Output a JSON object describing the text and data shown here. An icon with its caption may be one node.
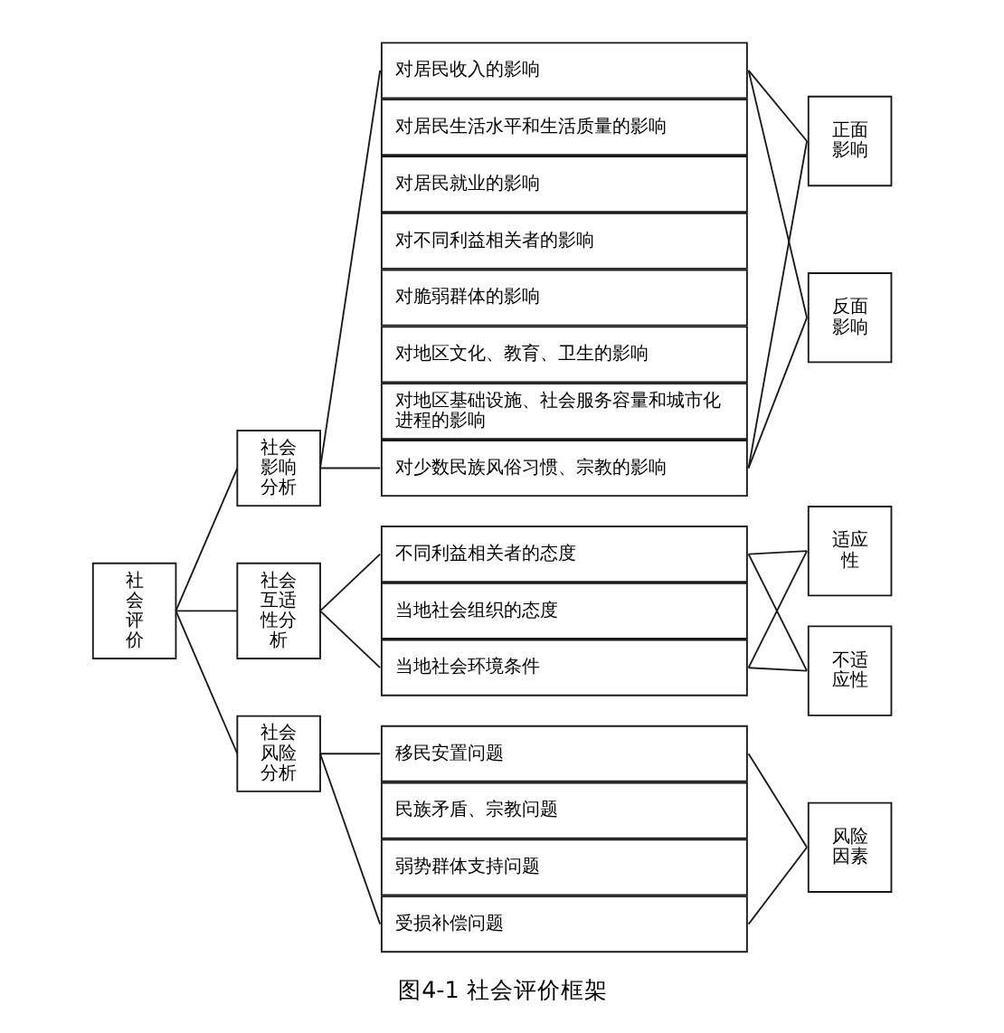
{
  "diagram": {
    "caption": "图4-1 社会评价框架",
    "nodes": [
      {
        "text": [
          "社会评价"
        ]
      },
      {
        "text": [
          "社会影响分析"
        ]
      },
      {
        "text": [
          "对居民收入的影响"
        ]
      },
      {
        "text": [
          "对居民生活水平和生活质量的影响"
        ]
      },
      {
        "text": [
          "对居民就业的影响"
        ]
      },
      {
        "text": [
          "对不同利益相关者的影响"
        ]
      },
      {
        "text": [
          "对脆弱群体的影响"
        ]
      },
      {
        "text": [
          "对地区文化、教育、卫生的影响"
        ]
      },
      {
        "text": [
          "对地区基础设施、社会服务容量和城市化进程的影响"
        ]
      },
      {
        "text": [
          "对少数民族风俗习惯、宗教的影响"
        ]
      },
      {
        "text": [
          "社会互适性分析"
        ]
      },
      {
        "text": [
          "不同利益相关者的态度"
        ]
      },
      {
        "text": [
          "当地社会组织的态度"
        ]
      },
      {
        "text": [
          "当地社会环境条件"
        ]
      },
      {
        "text": [
          "社会风险分析"
        ]
      },
      {
        "text": [
          "移民安置问题"
        ]
      },
      {
        "text": [
          "民族矛盾、宗教问题"
        ]
      },
      {
        "text": [
          "弱势群体支持问题"
        ]
      },
      {
        "text": [
          "受损补偿问题"
        ]
      },
      {
        "text": [
          "正面影响"
        ]
      },
      {
        "text": [
          "反面影响"
        ]
      },
      {
        "text": [
          "适应性"
        ]
      },
      {
        "text": [
          "不适应性"
        ]
      },
      {
        "text": [
          "风险因素"
        ]
      }
    ],
    "edges": [
      {
        "from": 0,
        "to": 1,
        "arrow": "none"
      },
      {
        "from": 0,
        "to": 10,
        "arrow": "none"
      },
      {
        "from": 0,
        "to": 14,
        "arrow": "none"
      },
      {
        "from": 1,
        "to": 2,
        "arrow": "none"
      },
      {
        "from": 1,
        "to": 9,
        "arrow": "none"
      },
      {
        "from": 10,
        "to": 11,
        "arrow": "none"
      },
      {
        "from": 10,
        "to": 13,
        "arrow": "none"
      },
      {
        "from": 14,
        "to": 15,
        "arrow": "none"
      },
      {
        "from": 14,
        "to": 18,
        "arrow": "none"
      },
      {
        "from": 2,
        "to": 19,
        "arrow": "none"
      },
      {
        "from": 2,
        "to": 20,
        "arrow": "none"
      },
      {
        "from": 9,
        "to": 19,
        "arrow": "none"
      },
      {
        "from": 9,
        "to": 20,
        "arrow": "none"
      },
      {
        "from": 11,
        "to": 21,
        "arrow": "none"
      },
      {
        "from": 11,
        "to": 22,
        "arrow": "none"
      },
      {
        "from": 13,
        "to": 21,
        "arrow": "none"
      },
      {
        "from": 13,
        "to": 22,
        "arrow": "none"
      },
      {
        "from": 15,
        "to": 23,
        "arrow": "none"
      },
      {
        "from": 18,
        "to": 23,
        "arrow": "none"
      }
    ]
  }
}
